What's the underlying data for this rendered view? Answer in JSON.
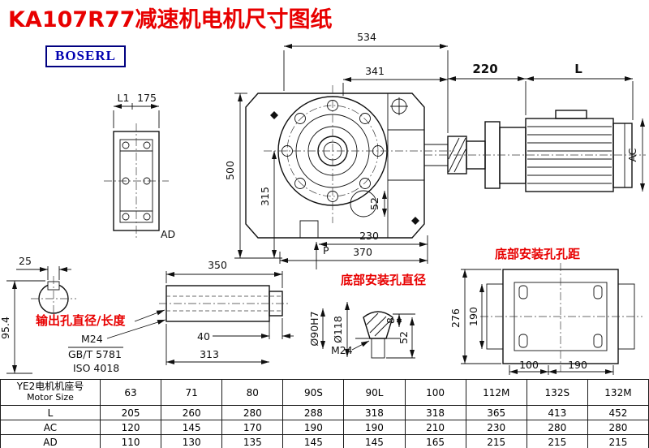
{
  "page": {
    "title": "KA107R77减速机电机尺寸图纸",
    "logo": "BOSERL"
  },
  "main_view": {
    "dim_534": "534",
    "dim_341": "341",
    "dim_500": "500",
    "dim_315": "315",
    "dim_52": "52",
    "dim_230": "230",
    "dim_370": "370",
    "label_p": "P"
  },
  "motor_view": {
    "dim_220": "220",
    "dim_l": "L",
    "dim_ac": "AC"
  },
  "left_view": {
    "dim_l1": "L1",
    "dim_175": "175",
    "label_ad": "AD"
  },
  "shaft_view": {
    "dim_25": "25",
    "dim_95_4": "95.4"
  },
  "output_view": {
    "label": "输出孔直径/长度",
    "dim_350": "350",
    "dim_40": "40",
    "dim_313": "313",
    "thread": "M24",
    "std_gb": "GB/T 5781",
    "std_iso": "ISO 4018",
    "dia_bore": "Ø90H7",
    "dia_hub": "Ø118"
  },
  "bolt_view": {
    "label": "底部安装孔直径",
    "thread": "M24",
    "dim_8": "8",
    "dim_52": "52"
  },
  "mount_view": {
    "label": "底部安装孔孔距",
    "dim_276": "276",
    "dim_190_v": "190",
    "dim_100": "100",
    "dim_190_h": "190"
  },
  "table": {
    "header_cn": "YE2电机机座号",
    "header_en": "Motor Size",
    "columns": [
      "63",
      "71",
      "80",
      "90S",
      "90L",
      "100",
      "112M",
      "132S",
      "132M"
    ],
    "rows": [
      {
        "label": "L",
        "values": [
          "205",
          "260",
          "280",
          "288",
          "318",
          "318",
          "365",
          "413",
          "452"
        ]
      },
      {
        "label": "AC",
        "values": [
          "120",
          "145",
          "170",
          "190",
          "190",
          "210",
          "230",
          "280",
          "280"
        ]
      },
      {
        "label": "AD",
        "values": [
          "110",
          "130",
          "135",
          "145",
          "145",
          "165",
          "215",
          "215",
          "215"
        ]
      }
    ]
  },
  "colors": {
    "accent_red": "#e80000",
    "line": "#101010",
    "logo_blue": "#0000b0"
  }
}
